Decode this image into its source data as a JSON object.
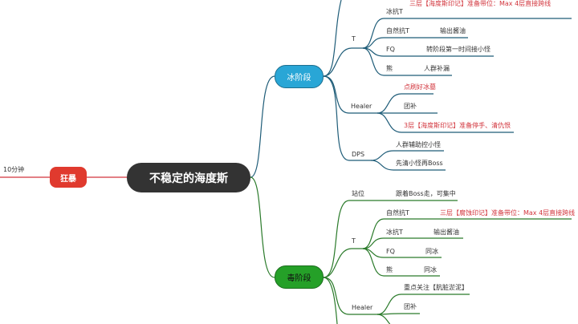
{
  "root": {
    "label": "不稳定的海度斯"
  },
  "left": {
    "node": "狂暴",
    "time": "10分钟"
  },
  "ice": {
    "label": "冰阶段",
    "t": {
      "label": "T",
      "items": [
        {
          "role": "冰抗T",
          "note": "三层【海度斯印记】准备带位：Max 4层直接跨线",
          "red": true
        },
        {
          "role": "自然抗T",
          "note": "输出酱油"
        },
        {
          "role": "FQ",
          "note": "转阶段第一时间接小怪"
        },
        {
          "role": "熊",
          "note": "人群补漏"
        }
      ]
    },
    "healer": {
      "label": "Healer",
      "items": [
        "点刷好冰墓",
        "团补",
        "3层【海度斯印记】准备停手、清仇恨"
      ]
    },
    "dps": {
      "label": "DPS",
      "items": [
        "人群辅助控小怪",
        "先清小怪再Boss"
      ]
    }
  },
  "poison": {
    "label": "毒阶段",
    "position": {
      "label": "站位",
      "note": "跟着Boss走，可集中"
    },
    "t": {
      "label": "T",
      "items": [
        {
          "role": "自然抗T",
          "note": "三层【腐蚀印记】准备带位：Max 4层直接跨线",
          "red": true
        },
        {
          "role": "冰抗T",
          "note": "输出酱油"
        },
        {
          "role": "FQ",
          "note": "同冰"
        },
        {
          "role": "熊",
          "note": "同冰"
        }
      ]
    },
    "healer": {
      "label": "Healer",
      "items": [
        "重点关注【肮脏淤泥】",
        "团补"
      ]
    }
  },
  "colors": {
    "ice": "#29a6d6",
    "poison": "#25a028",
    "root": "#333333",
    "rage": "#e03a2e",
    "red_text": "#d2343c",
    "ice_line": "#1e5c78",
    "poison_line": "#2a7a2a"
  }
}
